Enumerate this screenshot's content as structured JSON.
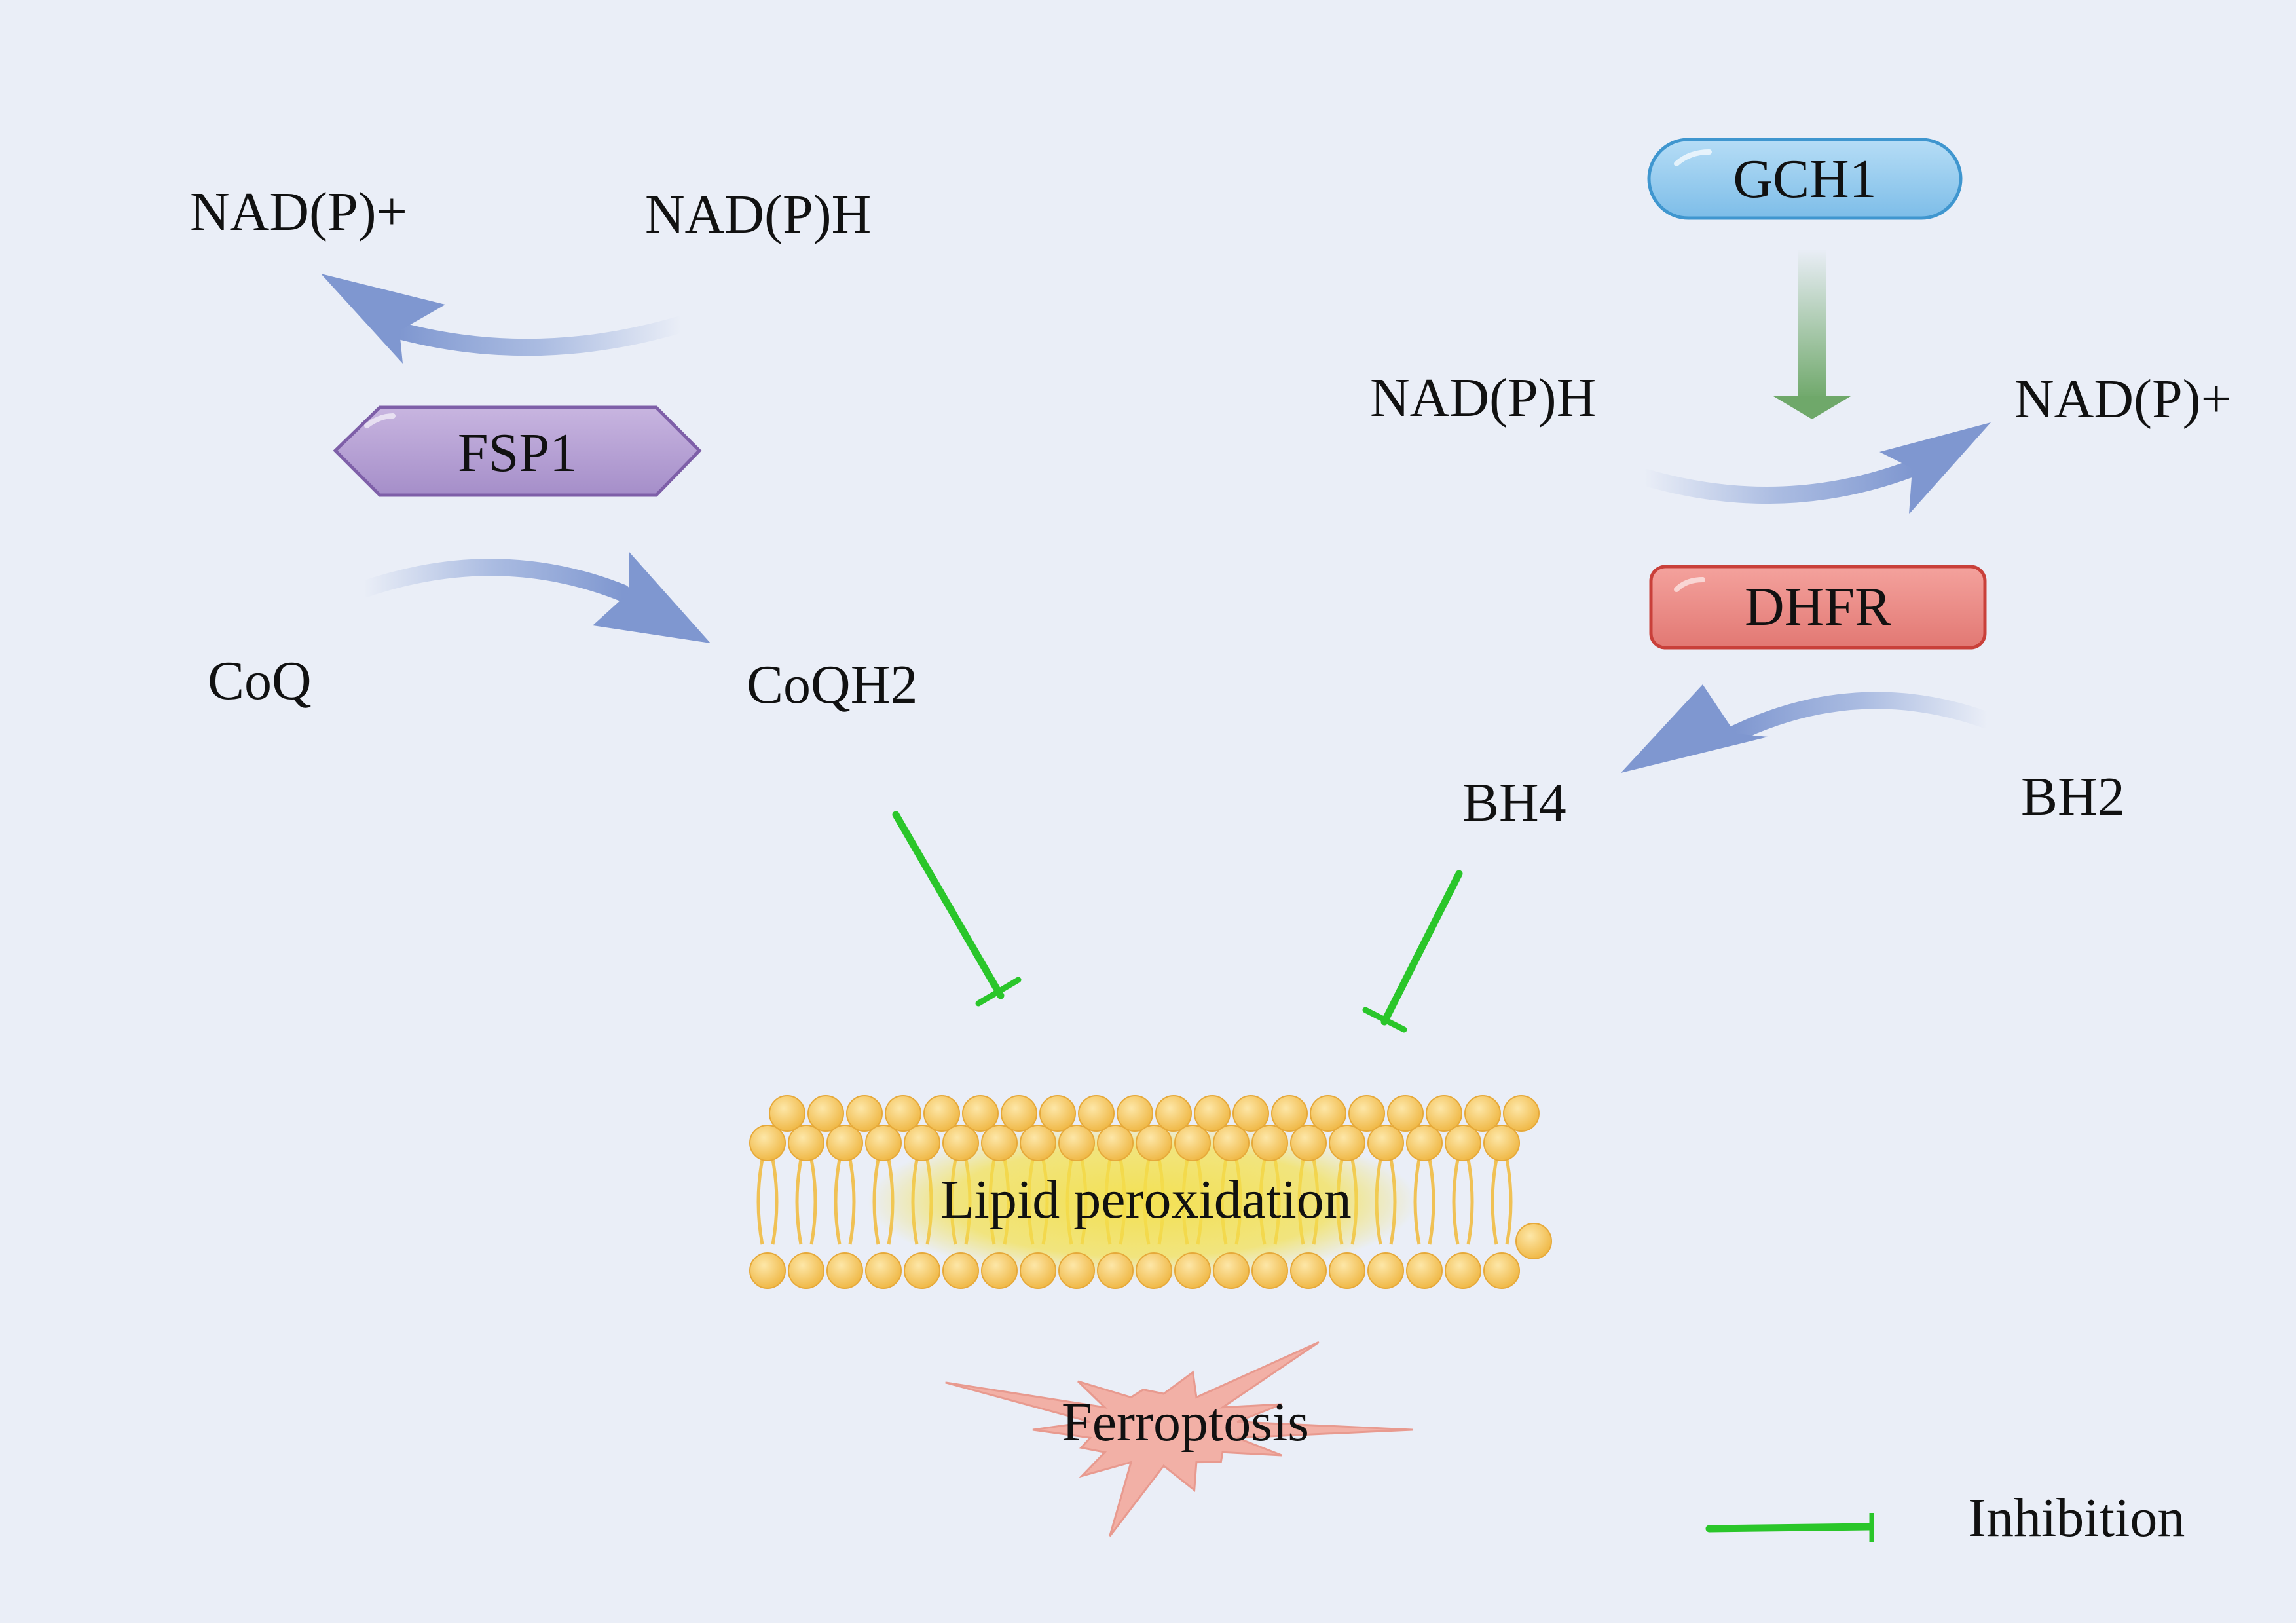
{
  "left_pathway": {
    "nadp_plus": "NAD(P)+",
    "nadph": "NAD(P)H",
    "enzyme": "FSP1",
    "substrate": "CoQ",
    "product": "CoQH2"
  },
  "right_pathway": {
    "upstream_enzyme": "GCH1",
    "nadph": "NAD(P)H",
    "nadp_plus": "NAD(P)+",
    "enzyme": "DHFR",
    "product": "BH4",
    "substrate": "BH2"
  },
  "center": {
    "membrane_label": "Lipid peroxidation",
    "outcome_label": "Ferroptosis"
  },
  "legend": {
    "inhibition_label": "Inhibition"
  },
  "colors": {
    "background": "#eaeef7",
    "fsp1_fill": "#b9a3d4",
    "gch1_fill": "#9fd0ef",
    "dhfr_fill": "#ee8b86",
    "inhibition_green": "#2ac62a",
    "flow_arrow_blue": "#8fa6d8",
    "activation_green": "#6fa86a",
    "lipid_yellow": "#f6c85c",
    "ferroptosis_pink": "#f2b0a6"
  }
}
